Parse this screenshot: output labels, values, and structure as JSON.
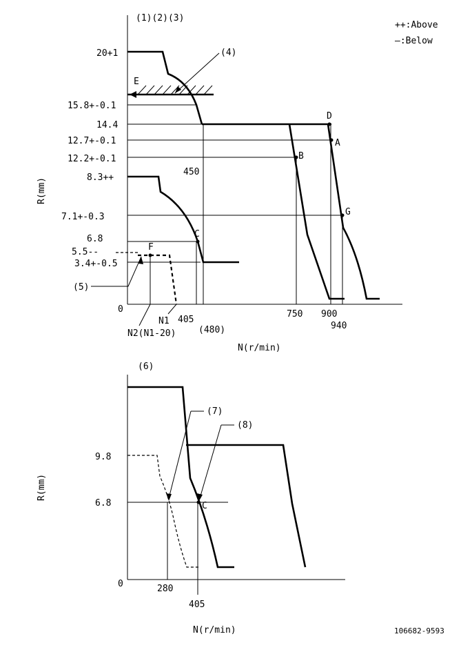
{
  "legend": {
    "above": "++:Above",
    "below": "—:Below"
  },
  "top_diagram": {
    "header": "(1)(2)(3)",
    "y_axis_title": "R(mm)",
    "x_axis_title": "N(r/min)",
    "y_labels": {
      "r_20": "20+1",
      "r_15_8": "15.8+-0.1",
      "r_14_4": "14.4",
      "r_12_7": "12.7+-0.1",
      "r_12_2": "12.2+-0.1",
      "r_8_3": "8.3++",
      "r_7_1": "7.1+-0.3",
      "r_6_8": "6.8",
      "r_5_5": "5.5--",
      "r_3_4": "3.4+-0.5",
      "zero": "0"
    },
    "x_labels": {
      "n2": "N2(N1-20)",
      "n1": "N1",
      "n405": "405",
      "n480": "(480)",
      "n450": "450",
      "n750": "750",
      "n900": "900",
      "n940": "940"
    },
    "points": {
      "A": "A",
      "B": "B",
      "C": "C",
      "D": "D",
      "E": "E",
      "F": "F",
      "G": "G"
    },
    "callouts": {
      "c4": "(4)",
      "c5": "(5)"
    }
  },
  "bottom_diagram": {
    "header": "(6)",
    "y_axis_title": "R(mm)",
    "x_axis_title": "N(r/min)",
    "y_labels": {
      "r_9_8": "9.8",
      "r_6_8": "6.8",
      "zero": "0"
    },
    "x_labels": {
      "n280": "280",
      "n405": "405"
    },
    "points": {
      "C": "C"
    },
    "callouts": {
      "c7": "(7)",
      "c8": "(8)"
    }
  },
  "part_number": "106682-9593"
}
